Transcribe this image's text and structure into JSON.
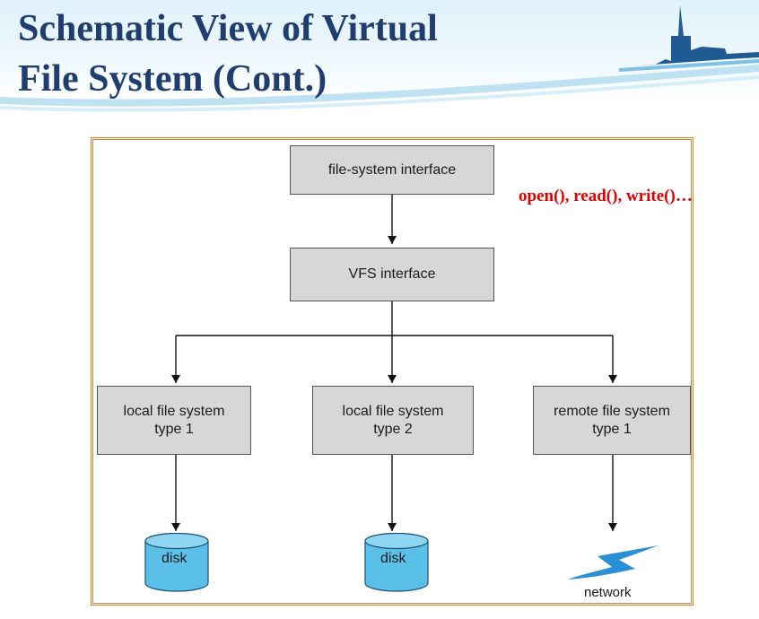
{
  "title": {
    "line1": "Schematic View of Virtual",
    "line2": "File System (Cont.)"
  },
  "annotation": "open(), read(), write()…",
  "diagram": {
    "fs_interface": "file-system interface",
    "vfs_interface": "VFS interface",
    "local_fs_1": "local file system\ntype 1",
    "local_fs_2": "local file system\ntype 2",
    "remote_fs_1": "remote file system\ntype 1",
    "disk_1": "disk",
    "disk_2": "disk",
    "network": "network"
  },
  "colors": {
    "title": "#1f3d6e",
    "frame": "#d8842b",
    "annotation": "#e00000",
    "box_fill": "#d7d7d7",
    "disk_fill": "#5bc0e8",
    "network_bolt": "#2b8fd6"
  },
  "icons": [
    "church-silhouette-icon",
    "disk-cylinder-icon",
    "network-bolt-icon"
  ]
}
